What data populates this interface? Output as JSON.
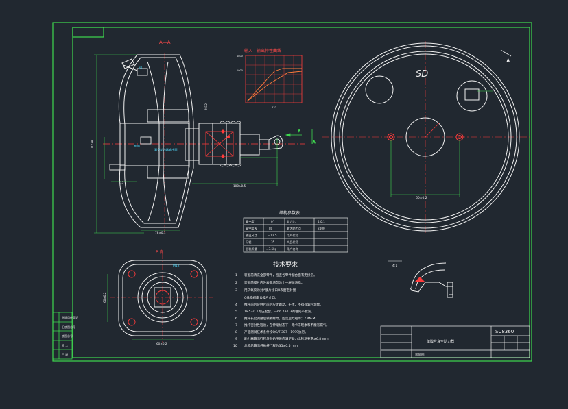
{
  "drawing": {
    "section_label": "A—A",
    "view_label_p": "P 向",
    "view_arrow_a": "A",
    "view_arrow_p": "P",
    "face_label": "SD",
    "detail_label": "I",
    "detail_scale": "4:1",
    "graph_title": "输入—输出特性曲线",
    "tech_title": "技术要求",
    "param_title": "结构参数表",
    "drawing_code": "SC8360",
    "product_name": "单膜片真空助力器",
    "designer_cell": "装配图",
    "dims": {
      "overall_h": "Φ238",
      "hub_dia": "Φ80",
      "rod_len": "100±0.5",
      "base_w": "78±0.1",
      "side_15": "15",
      "bolt_circle": "60±0.2",
      "p_width": "60±0.2",
      "p_height": "60±0.2",
      "m12": "M12",
      "a_30": "30"
    },
    "tech_notes": [
      {
        "n": "1",
        "t": "装配前清洗全部零件，检查各零件配合面有无损伤。"
      },
      {
        "n": "2",
        "t": "装配前膜片内外表面均匀涂上一层润滑脂。"
      },
      {
        "n": "3",
        "t": "用厌氧胶涂封A膜片接口B表面密封圈"
      },
      {
        "n": "",
        "t": "C橡胶阀座  D膜片止口。"
      },
      {
        "n": "4",
        "t": "推杆前后及柱片前后应无跑动、干涉、不得有漏气现象。"
      },
      {
        "n": "5",
        "t": "1&5±0.1为压配合，—66.7±1.3的轴处不能漏。"
      },
      {
        "n": "6",
        "t": "推杆长度调整后锁紧螺母，固定后力矩为：7.4N·M"
      },
      {
        "n": "7",
        "t": "推杆密封性检验，在伸缩状态下，无卡滞现象和不能有漏气。"
      },
      {
        "n": "8",
        "t": "产品测试技术条件按QC/T 307—1999执行。"
      },
      {
        "n": "9",
        "t": "助力器输出行程与起始压差应满足助力比检测要求≥6.8 mm"
      },
      {
        "n": "10",
        "t": "总装后输出杆推杆行程为35±0.5 mm"
      }
    ],
    "param_rows": [
      [
        "真空度",
        "0°",
        "助力比",
        "4.0:1"
      ],
      [
        "真空度表",
        "80",
        "最大助力点",
        "2400"
      ],
      [
        "输出尺寸",
        "—12.5",
        "用户代号",
        ""
      ],
      [
        "行程",
        "35",
        "产品代号",
        ""
      ],
      [
        "总装质量",
        "≈3.5kg",
        "用户名称",
        ""
      ]
    ],
    "title_left_rows": [
      "借通用件登记",
      "旧底图总号",
      "底图总号",
      "签  字",
      "日  期"
    ]
  }
}
